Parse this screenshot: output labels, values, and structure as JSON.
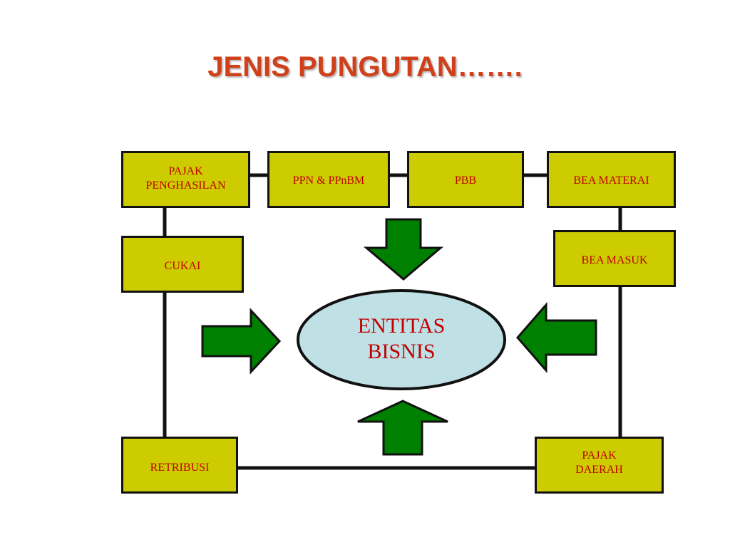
{
  "title": "JENIS PUNGUTAN…….",
  "center": {
    "label": "ENTITAS\nBISNIS"
  },
  "boxes": {
    "pajak_penghasilan": "PAJAK\nPENGHASILAN",
    "ppn_ppnbm": "PPN & PPnBM",
    "pbb": "PBB",
    "bea_materai": "BEA MATERAI",
    "cukai": "CUKAI",
    "bea_masuk": "BEA MASUK",
    "retribusi": "RETRIBUSI",
    "pajak_daerah": "PAJAK\nDAERAH"
  },
  "colors": {
    "box_fill": "#cccc00",
    "box_text": "#c00000",
    "arrow": "#008000",
    "ellipse_fill": "#bfe0e4",
    "title": "#d0401a"
  }
}
